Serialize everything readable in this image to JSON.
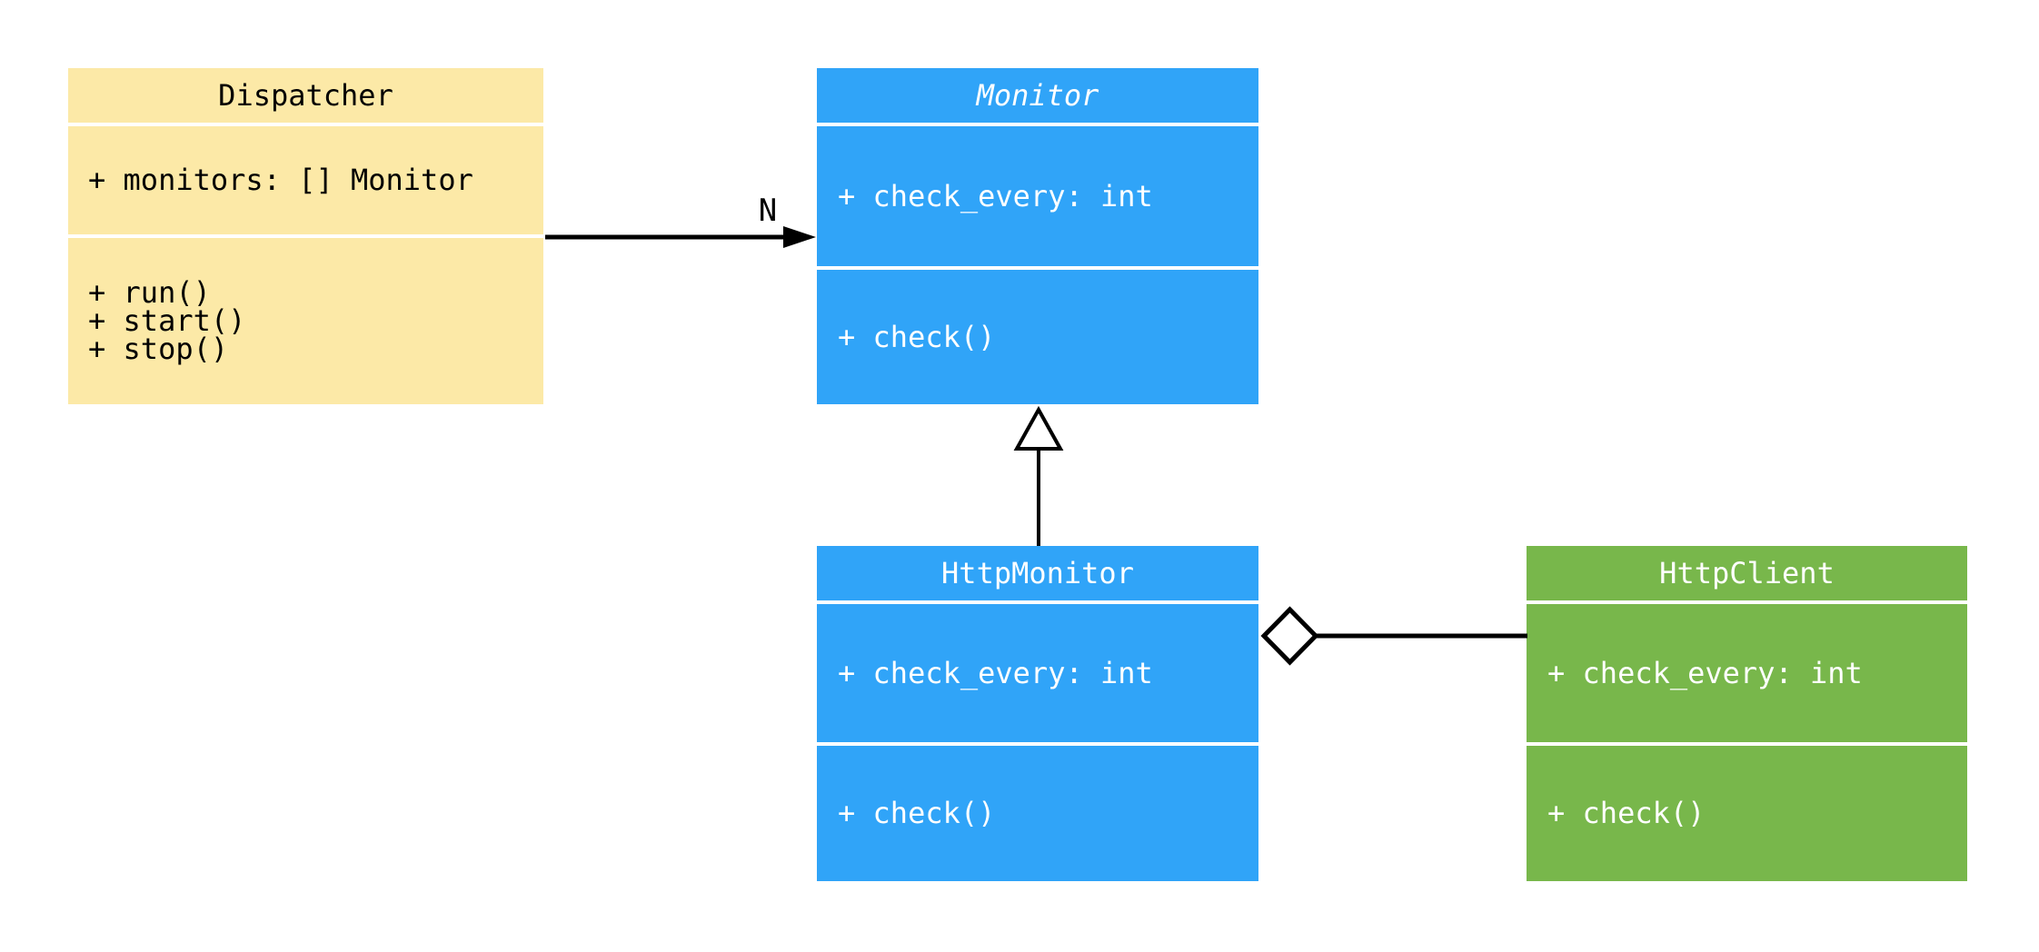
{
  "diagram": {
    "kind": "uml-class-diagram",
    "background_color": "#ffffff",
    "line_color": "#000000",
    "classes": [
      {
        "id": "dispatcher",
        "name": "Dispatcher",
        "abstract": false,
        "fill": "#FCE9A7",
        "text_color": "#000000",
        "attributes": [
          "+ monitors: [] Monitor"
        ],
        "methods": [
          "+ run()",
          "+ start()",
          "+ stop()"
        ]
      },
      {
        "id": "monitor",
        "name": "Monitor",
        "abstract": true,
        "fill": "#30A4F8",
        "text_color": "#ffffff",
        "attributes": [
          "+ check_every: int"
        ],
        "methods": [
          "+ check()"
        ]
      },
      {
        "id": "http-monitor",
        "name": "HttpMonitor",
        "abstract": false,
        "fill": "#30A4F8",
        "text_color": "#ffffff",
        "attributes": [
          "+ check_every: int"
        ],
        "methods": [
          "+ check()"
        ]
      },
      {
        "id": "http-client",
        "name": "HttpClient",
        "abstract": false,
        "fill": "#78B74B",
        "text_color": "#ffffff",
        "attributes": [
          "+ check_every: int"
        ],
        "methods": [
          "+ check()"
        ]
      }
    ],
    "relations": [
      {
        "type": "association",
        "from": "Dispatcher",
        "to": "Monitor",
        "label": "N"
      },
      {
        "type": "inheritance",
        "from": "HttpMonitor",
        "to": "Monitor",
        "label": ""
      },
      {
        "type": "aggregation",
        "from": "HttpMonitor",
        "to": "HttpClient",
        "label": ""
      }
    ]
  }
}
